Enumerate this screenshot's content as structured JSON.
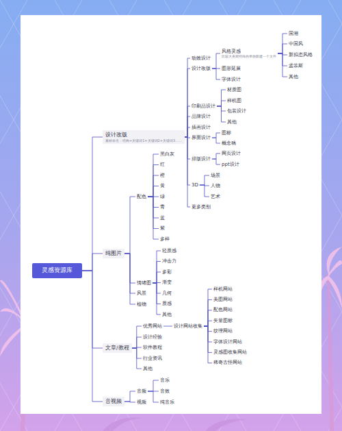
{
  "diagram": {
    "nodes": [
      {
        "text": [
          "灵感资源库"
        ]
      },
      {
        "text": [
          "设计改版",
          "素材命名：结构+关键词1+关键词2+关键词3……"
        ]
      },
      {
        "text": [
          "动效设计"
        ]
      },
      {
        "text": [
          "设计改版"
        ]
      },
      {
        "text": [
          "风格灵感",
          "比较大美观特殊的单独新建一个文件"
        ]
      },
      {
        "text": [
          "国潮"
        ]
      },
      {
        "text": [
          "中国风"
        ]
      },
      {
        "text": [
          "新拟态风格"
        ]
      },
      {
        "text": [
          "孟菲斯"
        ]
      },
      {
        "text": [
          "其他"
        ]
      },
      {
        "text": [
          "图形延展"
        ]
      },
      {
        "text": [
          "字体设计"
        ]
      },
      {
        "text": [
          "印刷品设计"
        ]
      },
      {
        "text": [
          "材质图"
        ]
      },
      {
        "text": [
          "样机图"
        ]
      },
      {
        "text": [
          "包装设计"
        ]
      },
      {
        "text": [
          "其他"
        ]
      },
      {
        "text": [
          "品牌设计"
        ]
      },
      {
        "text": [
          "插画设计"
        ]
      },
      {
        "text": [
          "界面设计"
        ]
      },
      {
        "text": [
          "图标"
        ]
      },
      {
        "text": [
          "概念稿"
        ]
      },
      {
        "text": [
          "排版设计"
        ]
      },
      {
        "text": [
          "网页设计"
        ]
      },
      {
        "text": [
          "ppt设计"
        ]
      },
      {
        "text": [
          "3D"
        ]
      },
      {
        "text": [
          "场景"
        ]
      },
      {
        "text": [
          "人物"
        ]
      },
      {
        "text": [
          "艺术"
        ]
      },
      {
        "text": [
          "更多类别"
        ]
      },
      {
        "text": [
          "纯图片"
        ]
      },
      {
        "text": [
          "配色"
        ]
      },
      {
        "text": [
          "黑白灰"
        ]
      },
      {
        "text": [
          "红"
        ]
      },
      {
        "text": [
          "橙"
        ]
      },
      {
        "text": [
          "黄"
        ]
      },
      {
        "text": [
          "绿"
        ]
      },
      {
        "text": [
          "青"
        ]
      },
      {
        "text": [
          "蓝"
        ]
      },
      {
        "text": [
          "紫"
        ]
      },
      {
        "text": [
          "多样"
        ]
      },
      {
        "text": [
          "情绪图"
        ]
      },
      {
        "text": [
          "轻质感"
        ]
      },
      {
        "text": [
          "冲击力"
        ]
      },
      {
        "text": [
          "多彩"
        ]
      },
      {
        "text": [
          "渐变"
        ]
      },
      {
        "text": [
          "几何"
        ]
      },
      {
        "text": [
          "质感"
        ]
      },
      {
        "text": [
          "其他"
        ]
      },
      {
        "text": [
          "风景"
        ]
      },
      {
        "text": [
          "植物"
        ]
      },
      {
        "text": [
          "文章/教程"
        ]
      },
      {
        "text": [
          "优秀网站"
        ]
      },
      {
        "text": [
          "设计网站收集"
        ]
      },
      {
        "text": [
          "样机网站"
        ]
      },
      {
        "text": [
          "美图网站"
        ]
      },
      {
        "text": [
          "配色网站"
        ]
      },
      {
        "text": [
          "矢量图标"
        ]
      },
      {
        "text": [
          "纹理网站"
        ]
      },
      {
        "text": [
          "字体设计网站"
        ]
      },
      {
        "text": [
          "灵感图收集网站"
        ]
      },
      {
        "text": [
          "稀奇古怪网站"
        ]
      },
      {
        "text": [
          "设计经验"
        ]
      },
      {
        "text": [
          "软件教程"
        ]
      },
      {
        "text": [
          "行业资讯"
        ]
      },
      {
        "text": [
          "其他"
        ]
      },
      {
        "text": [
          "音视频"
        ]
      },
      {
        "text": [
          "音频"
        ]
      },
      {
        "text": [
          "音乐"
        ]
      },
      {
        "text": [
          "音效"
        ]
      },
      {
        "text": [
          "纯音乐"
        ]
      },
      {
        "text": [
          "视频"
        ]
      }
    ],
    "edges": [
      {
        "from": 0,
        "to": 1,
        "arrow": "none"
      },
      {
        "from": 0,
        "to": 30,
        "arrow": "none"
      },
      {
        "from": 0,
        "to": 51,
        "arrow": "none"
      },
      {
        "from": 0,
        "to": 66,
        "arrow": "none"
      },
      {
        "from": 1,
        "to": 2,
        "arrow": "none"
      },
      {
        "from": 1,
        "to": 3,
        "arrow": "none"
      },
      {
        "from": 1,
        "to": 12,
        "arrow": "none"
      },
      {
        "from": 1,
        "to": 17,
        "arrow": "none"
      },
      {
        "from": 1,
        "to": 18,
        "arrow": "none"
      },
      {
        "from": 1,
        "to": 19,
        "arrow": "none"
      },
      {
        "from": 1,
        "to": 22,
        "arrow": "none"
      },
      {
        "from": 1,
        "to": 25,
        "arrow": "none"
      },
      {
        "from": 1,
        "to": 29,
        "arrow": "none"
      },
      {
        "from": 3,
        "to": 4,
        "arrow": "none"
      },
      {
        "from": 3,
        "to": 10,
        "arrow": "none"
      },
      {
        "from": 3,
        "to": 11,
        "arrow": "none"
      },
      {
        "from": 4,
        "to": 5,
        "arrow": "none"
      },
      {
        "from": 4,
        "to": 6,
        "arrow": "none"
      },
      {
        "from": 4,
        "to": 7,
        "arrow": "none"
      },
      {
        "from": 4,
        "to": 8,
        "arrow": "none"
      },
      {
        "from": 4,
        "to": 9,
        "arrow": "none"
      },
      {
        "from": 12,
        "to": 13,
        "arrow": "none"
      },
      {
        "from": 12,
        "to": 14,
        "arrow": "none"
      },
      {
        "from": 12,
        "to": 15,
        "arrow": "none"
      },
      {
        "from": 12,
        "to": 16,
        "arrow": "none"
      },
      {
        "from": 19,
        "to": 20,
        "arrow": "none"
      },
      {
        "from": 19,
        "to": 21,
        "arrow": "none"
      },
      {
        "from": 22,
        "to": 23,
        "arrow": "none"
      },
      {
        "from": 22,
        "to": 24,
        "arrow": "none"
      },
      {
        "from": 25,
        "to": 26,
        "arrow": "none"
      },
      {
        "from": 25,
        "to": 27,
        "arrow": "none"
      },
      {
        "from": 25,
        "to": 28,
        "arrow": "none"
      },
      {
        "from": 30,
        "to": 31,
        "arrow": "none"
      },
      {
        "from": 30,
        "to": 41,
        "arrow": "none"
      },
      {
        "from": 30,
        "to": 49,
        "arrow": "none"
      },
      {
        "from": 30,
        "to": 50,
        "arrow": "none"
      },
      {
        "from": 31,
        "to": 32,
        "arrow": "none"
      },
      {
        "from": 31,
        "to": 33,
        "arrow": "none"
      },
      {
        "from": 31,
        "to": 34,
        "arrow": "none"
      },
      {
        "from": 31,
        "to": 35,
        "arrow": "none"
      },
      {
        "from": 31,
        "to": 36,
        "arrow": "none"
      },
      {
        "from": 31,
        "to": 37,
        "arrow": "none"
      },
      {
        "from": 31,
        "to": 38,
        "arrow": "none"
      },
      {
        "from": 31,
        "to": 39,
        "arrow": "none"
      },
      {
        "from": 31,
        "to": 40,
        "arrow": "none"
      },
      {
        "from": 41,
        "to": 42,
        "arrow": "none"
      },
      {
        "from": 41,
        "to": 43,
        "arrow": "none"
      },
      {
        "from": 41,
        "to": 44,
        "arrow": "none"
      },
      {
        "from": 41,
        "to": 45,
        "arrow": "none"
      },
      {
        "from": 41,
        "to": 46,
        "arrow": "none"
      },
      {
        "from": 41,
        "to": 47,
        "arrow": "none"
      },
      {
        "from": 41,
        "to": 48,
        "arrow": "none"
      },
      {
        "from": 51,
        "to": 52,
        "arrow": "none"
      },
      {
        "from": 51,
        "to": 62,
        "arrow": "none"
      },
      {
        "from": 51,
        "to": 63,
        "arrow": "none"
      },
      {
        "from": 51,
        "to": 64,
        "arrow": "none"
      },
      {
        "from": 51,
        "to": 65,
        "arrow": "none"
      },
      {
        "from": 52,
        "to": 53,
        "arrow": "none"
      },
      {
        "from": 53,
        "to": 54,
        "arrow": "none"
      },
      {
        "from": 53,
        "to": 55,
        "arrow": "none"
      },
      {
        "from": 53,
        "to": 56,
        "arrow": "none"
      },
      {
        "from": 53,
        "to": 57,
        "arrow": "none"
      },
      {
        "from": 53,
        "to": 58,
        "arrow": "none"
      },
      {
        "from": 53,
        "to": 59,
        "arrow": "none"
      },
      {
        "from": 53,
        "to": 60,
        "arrow": "none"
      },
      {
        "from": 53,
        "to": 61,
        "arrow": "none"
      },
      {
        "from": 66,
        "to": 67,
        "arrow": "none"
      },
      {
        "from": 66,
        "to": 71,
        "arrow": "none"
      },
      {
        "from": 67,
        "to": 68,
        "arrow": "none"
      },
      {
        "from": 67,
        "to": 69,
        "arrow": "none"
      },
      {
        "from": 67,
        "to": 70,
        "arrow": "none"
      }
    ]
  }
}
